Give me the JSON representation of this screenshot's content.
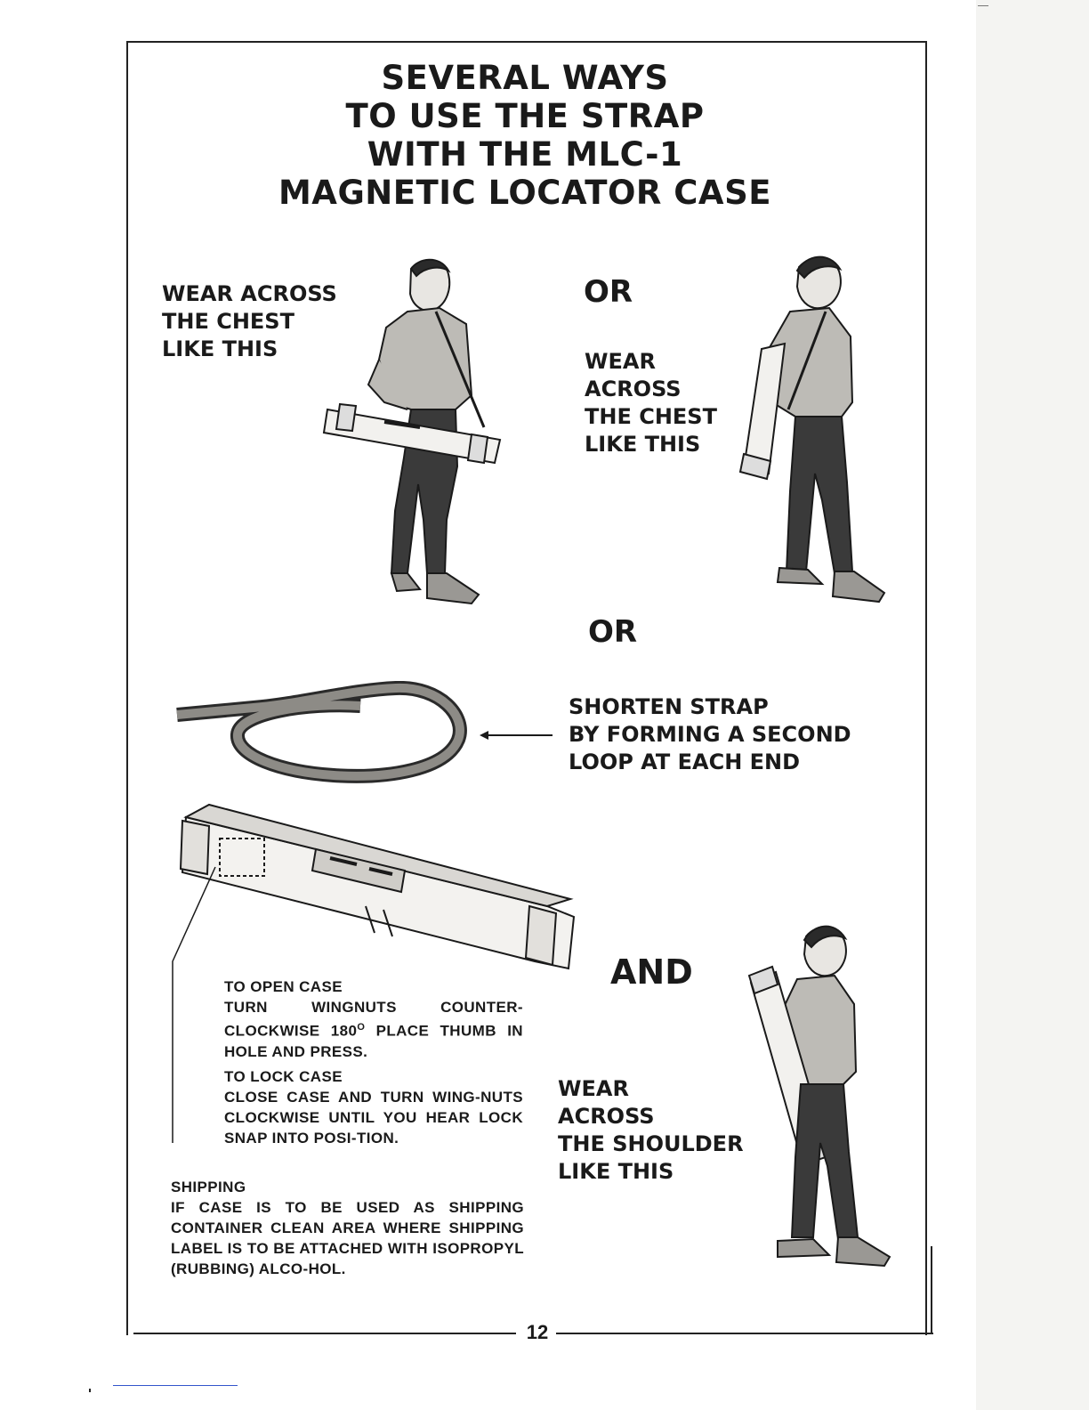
{
  "title_lines": [
    "SEVERAL WAYS",
    "TO USE THE STRAP",
    "WITH THE MLC-1",
    "MAGNETIC LOCATOR CASE"
  ],
  "chest_left": [
    "WEAR ACROSS",
    "THE CHEST",
    "LIKE THIS"
  ],
  "or_1": "OR",
  "chest_right": [
    "WEAR",
    "ACROSS",
    "THE CHEST",
    "LIKE THIS"
  ],
  "or_2": "OR",
  "shorten": [
    "SHORTEN STRAP",
    "BY FORMING A SECOND",
    "LOOP AT EACH END"
  ],
  "and": "AND",
  "shoulder": [
    "WEAR",
    "ACROSS",
    "THE SHOULDER",
    "LIKE THIS"
  ],
  "open_case": {
    "heading": "TO OPEN CASE",
    "text_before": "TURN WINGNUTS COUNTER-CLOCKWISE 180",
    "degree": "O",
    "text_after": " PLACE THUMB IN HOLE AND PRESS."
  },
  "lock_case": {
    "heading": "TO LOCK CASE",
    "text": "CLOSE CASE AND TURN WING-NUTS CLOCKWISE UNTIL YOU HEAR LOCK SNAP INTO POSI-TION."
  },
  "shipping": {
    "heading": "SHIPPING",
    "text": "IF CASE IS TO BE USED AS SHIPPING CONTAINER CLEAN AREA WHERE SHIPPING LABEL IS TO BE ATTACHED WITH ISOPROPYL (RUBBING) ALCO-HOL."
  },
  "page_number": "12"
}
